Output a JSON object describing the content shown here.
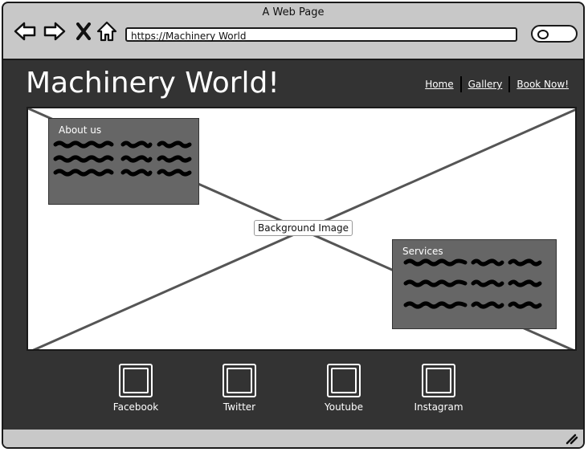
{
  "window": {
    "title": "A Web Page"
  },
  "toolbar": {
    "url": "https://Machinery World"
  },
  "site": {
    "title": "Machinery World!"
  },
  "nav": [
    {
      "label": "Home"
    },
    {
      "label": "Gallery"
    },
    {
      "label": "Book Now!"
    }
  ],
  "hero": {
    "image_label": "Background Image",
    "about": {
      "title": "About us"
    },
    "services": {
      "title": "Services"
    }
  },
  "social": [
    {
      "label": "Facebook"
    },
    {
      "label": "Twitter"
    },
    {
      "label": "Youtube"
    },
    {
      "label": "Instagram"
    }
  ]
}
